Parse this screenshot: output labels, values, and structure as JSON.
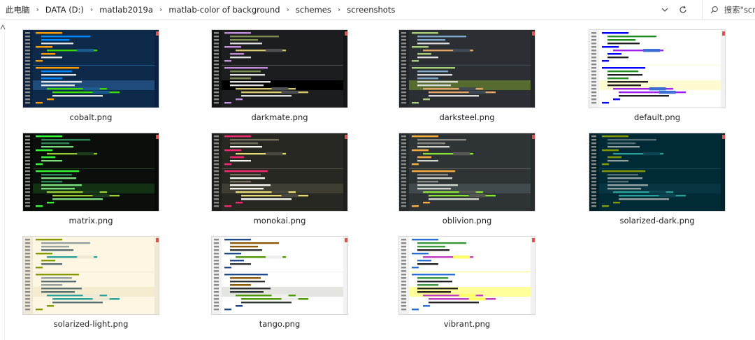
{
  "address_bar": {
    "breadcrumbs": [
      "此电脑",
      "DATA (D:)",
      "matlab2019a",
      "matlab-color of background",
      "schemes",
      "screenshots"
    ],
    "search_placeholder": "搜索\"scr"
  },
  "files": [
    {
      "name": "cobalt.png",
      "theme": {
        "bg": "#0d2a4a",
        "line": "#133659",
        "fg": "#e6e6e6",
        "kw": "#ff9d00",
        "cm": "#0088ff",
        "str": "#3ad900",
        "sel": "#1d5a8f",
        "hl": "#1e4b7a",
        "gutter": "#0b2340"
      }
    },
    {
      "name": "darkmate.png",
      "theme": {
        "bg": "#1b1d1e",
        "line": "#232526",
        "fg": "#e0e0e0",
        "kw": "#c48ddb",
        "cm": "#7a8c52",
        "str": "#d7c86b",
        "sel": "#4d4f52",
        "hl": "#000000",
        "gutter": "#141515"
      }
    },
    {
      "name": "darksteel.png",
      "theme": {
        "bg": "#2b2f33",
        "line": "#32373c",
        "fg": "#dcdcdc",
        "kw": "#a8d07a",
        "cm": "#7fa7c9",
        "str": "#e3a667",
        "sel": "#3f4a55",
        "hl": "#556b2f",
        "gutter": "#24272a"
      }
    },
    {
      "name": "default.png",
      "theme": {
        "bg": "#ffffff",
        "line": "#f7f7f7",
        "fg": "#1f1f1f",
        "kw": "#0000ff",
        "cm": "#228b22",
        "str": "#a020f0",
        "sel": "#fffed9",
        "hl": "#fffbd0",
        "gutter": "#f2f2f2"
      }
    },
    {
      "name": "matrix.png",
      "theme": {
        "bg": "#0b0f0b",
        "line": "#0f160f",
        "fg": "#7ddc7d",
        "kw": "#33ff33",
        "cm": "#2e8b57",
        "str": "#9acd32",
        "sel": "#1b3a1b",
        "hl": "#123012",
        "gutter": "#070a07"
      }
    },
    {
      "name": "monokai.png",
      "theme": {
        "bg": "#272822",
        "line": "#2f302a",
        "fg": "#f8f8f2",
        "kw": "#f92672",
        "cm": "#75715e",
        "str": "#e6db74",
        "sel": "#49483e",
        "hl": "#3e3d32",
        "gutter": "#1f201b"
      }
    },
    {
      "name": "oblivion.png",
      "theme": {
        "bg": "#2e3436",
        "line": "#353d40",
        "fg": "#d3d7cf",
        "kw": "#fcaf3e",
        "cm": "#888a85",
        "str": "#8ae234",
        "sel": "#555753",
        "hl": "#404a4d",
        "gutter": "#262b2d"
      }
    },
    {
      "name": "solarized-dark.png",
      "theme": {
        "bg": "#002b36",
        "line": "#073642",
        "fg": "#93a1a1",
        "kw": "#859900",
        "cm": "#586e75",
        "str": "#2aa198",
        "sel": "#0d4452",
        "hl": "#073642",
        "gutter": "#00232c"
      }
    },
    {
      "name": "solarized-light.png",
      "theme": {
        "bg": "#fdf6e3",
        "line": "#f5efdc",
        "fg": "#586e75",
        "kw": "#859900",
        "cm": "#93a1a1",
        "str": "#2aa198",
        "sel": "#eee8d5",
        "hl": "#f5ecd0",
        "gutter": "#f0e9d6"
      }
    },
    {
      "name": "tango.png",
      "theme": {
        "bg": "#ffffff",
        "line": "#f8f8f8",
        "fg": "#2e3436",
        "kw": "#204a87",
        "cm": "#8f5902",
        "str": "#4e9a06",
        "sel": "#eeeeec",
        "hl": "#e4e4e0",
        "gutter": "#f2f2f2"
      }
    },
    {
      "name": "vibrant.png",
      "theme": {
        "bg": "#ffffff",
        "line": "#fafafa",
        "fg": "#222222",
        "kw": "#2a6fd6",
        "cm": "#3a9a3a",
        "str": "#c03cc0",
        "sel": "#ffff66",
        "hl": "#ffff99",
        "gutter": "#f2f2f2"
      }
    }
  ]
}
